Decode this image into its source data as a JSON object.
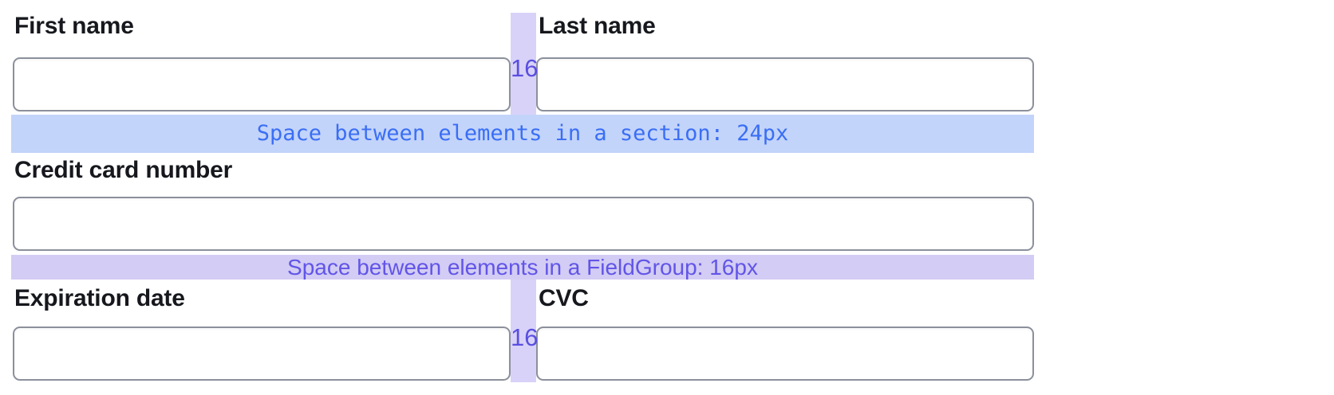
{
  "colors": {
    "page-bg": "#ffffff",
    "label-text": "#16181d",
    "input-border": "#8b909b",
    "input-bg": "#ffffff",
    "gap-strip": "#d8d2f8",
    "gap-label-text": "#5a4fe0",
    "section-band-bg": "#c3d4fa",
    "section-band-text": "#3a6ef5",
    "fieldgroup-band-bg": "#d3ccf4",
    "fieldgroup-band-text": "#6155e8"
  },
  "form": {
    "fields": {
      "first_name": {
        "label": "First name",
        "value": "",
        "placeholder": ""
      },
      "last_name": {
        "label": "Last name",
        "value": "",
        "placeholder": ""
      },
      "credit_card": {
        "label": "Credit card number",
        "value": "",
        "placeholder": ""
      },
      "expiration": {
        "label": "Expiration date",
        "value": "",
        "placeholder": ""
      },
      "cvc": {
        "label": "CVC",
        "value": "",
        "placeholder": ""
      }
    }
  },
  "spacing_annotations": {
    "section_band": {
      "text": "Space between elements in a section: 24px"
    },
    "fieldgroup_band": {
      "text": "Space between elements in a FieldGroup: 16px"
    },
    "column_gap_top": {
      "label": "16"
    },
    "column_gap_bottom": {
      "label": "16"
    }
  }
}
